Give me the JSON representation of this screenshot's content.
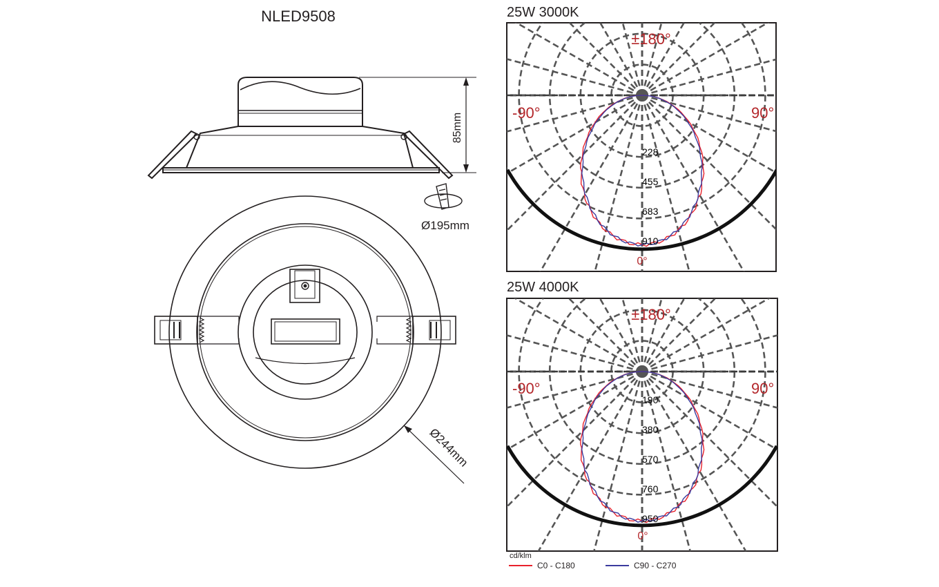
{
  "drawing": {
    "model": "NLED9508",
    "height_dim": "85mm",
    "cutout_dim": "Ø195mm",
    "outer_dim": "Ø244mm"
  },
  "charts": [
    {
      "title": "25W 3000K",
      "angle_top": "±180°",
      "angle_left": "-90°",
      "angle_right": "90°",
      "angle_bottom": "0°",
      "rings": [
        "228",
        "455",
        "683",
        "910"
      ],
      "max_value": 910
    },
    {
      "title": "25W 4000K",
      "angle_top": "±180°",
      "angle_left": "-90°",
      "angle_right": "90°",
      "angle_bottom": "0°",
      "rings": [
        "190",
        "380",
        "570",
        "760",
        "950"
      ],
      "max_value": 950
    }
  ],
  "legend": {
    "unit": "cd/klm",
    "c0": {
      "label": "C0 - C180",
      "color": "#e8212b"
    },
    "c90": {
      "label": "C90 - C270",
      "color": "#3b3b9e"
    }
  },
  "colors": {
    "angle_text": "#b3262a",
    "grid": "#555555",
    "line": "#231f20"
  }
}
